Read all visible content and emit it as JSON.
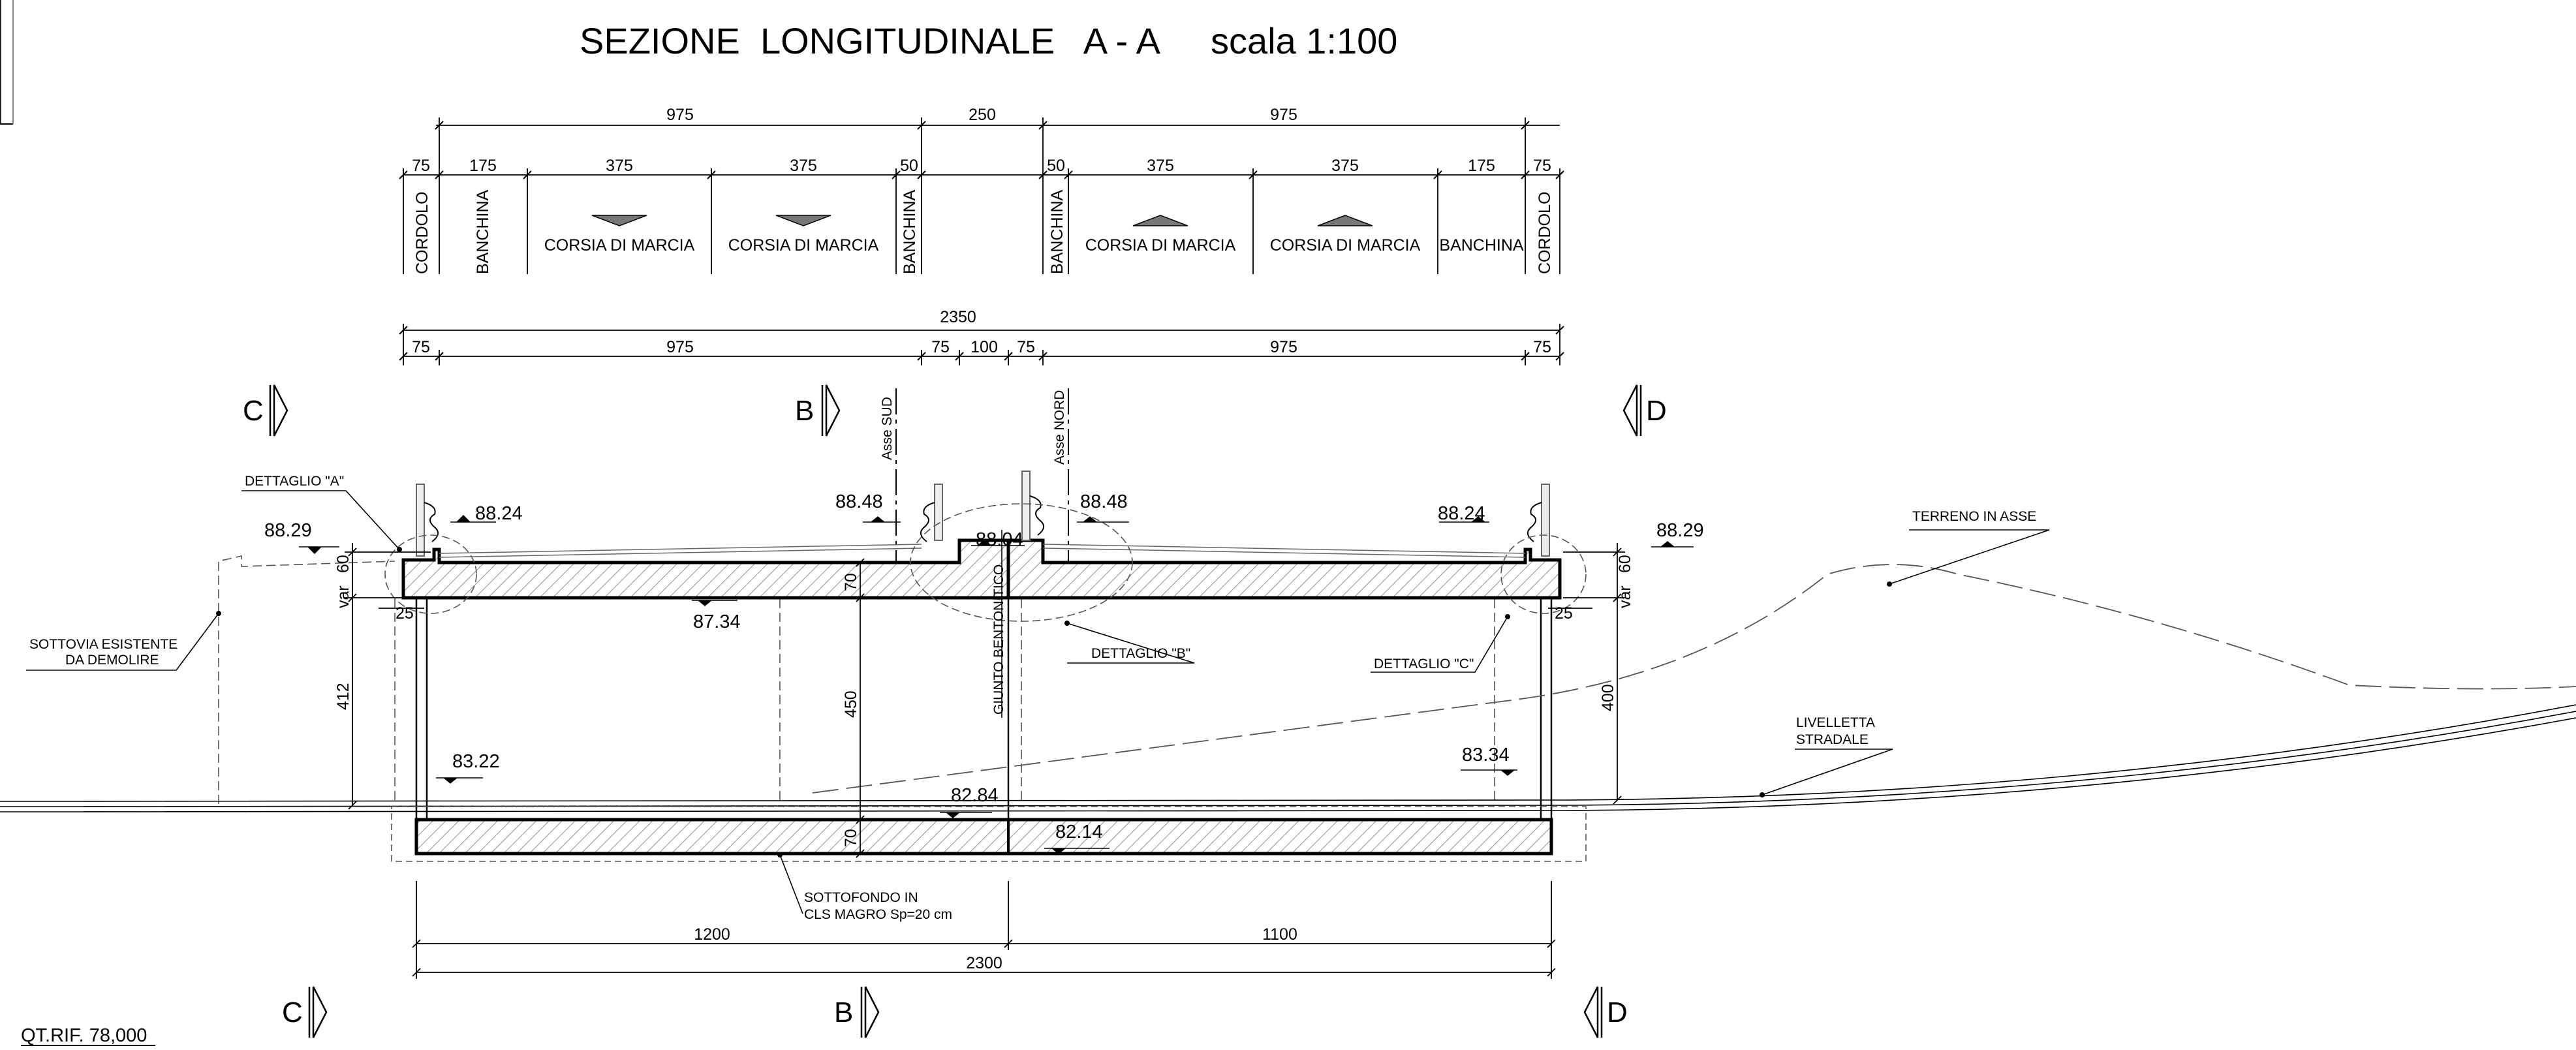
{
  "title": "SEZIONE  LONGITUDINALE   A - A",
  "scale": "scala 1:100",
  "top_dims": {
    "halves": [
      "975",
      "250",
      "975"
    ],
    "parts": [
      "75",
      "175",
      "375",
      "375",
      "50",
      "50",
      "375",
      "375",
      "175",
      "75"
    ]
  },
  "lanes": {
    "cordolo": "CORDOLO",
    "banchina": "BANCHINA",
    "corsia": "CORSIA DI MARCIA"
  },
  "overall_dims": {
    "total": "2350",
    "parts": [
      "75",
      "975",
      "75",
      "100",
      "75",
      "975",
      "75"
    ]
  },
  "section_markers": {
    "c": "C",
    "b": "B",
    "d": "D"
  },
  "axes": {
    "sud": "Asse SUD",
    "nord": "Asse NORD"
  },
  "elevations": {
    "left_edge": "88.29",
    "left_deck": "88.24",
    "center_left": "88.48",
    "center_right": "88.48",
    "center_joint": "88.04",
    "right_deck": "88.24",
    "right_edge": "88.29",
    "deck_underside": "87.34",
    "left_road": "83.22",
    "right_road": "83.34",
    "center_road": "82.84",
    "foundation": "82.14"
  },
  "vertical_dims": {
    "left_var": "var",
    "left_60": "60",
    "left_25": "25",
    "left_412": "412",
    "deck_70": "70",
    "center_450": "450",
    "found_70": "70",
    "right_var": "var",
    "right_60": "60",
    "right_25": "25",
    "right_400": "400"
  },
  "notes": {
    "dettaglio_a": "DETTAGLIO \"A\"",
    "dettaglio_b": "DETTAGLIO \"B\"",
    "dettaglio_c": "DETTAGLIO \"C\"",
    "giunto": "GIUNTO BENTONITICO",
    "sottovia_1": "SOTTOVIA ESISTENTE",
    "sottovia_2": "DA DEMOLIRE",
    "terreno": "TERRENO IN ASSE",
    "livelletta_1": "LIVELLETTA",
    "livelletta_2": "STRADALE",
    "sottofondo_1": "SOTTOFONDO IN",
    "sottofondo_2": "CLS MAGRO Sp=20 cm"
  },
  "bottom_dims": {
    "left": "1200",
    "right": "1100",
    "total": "2300"
  },
  "qt_rif": "QT.RIF. 78,000"
}
